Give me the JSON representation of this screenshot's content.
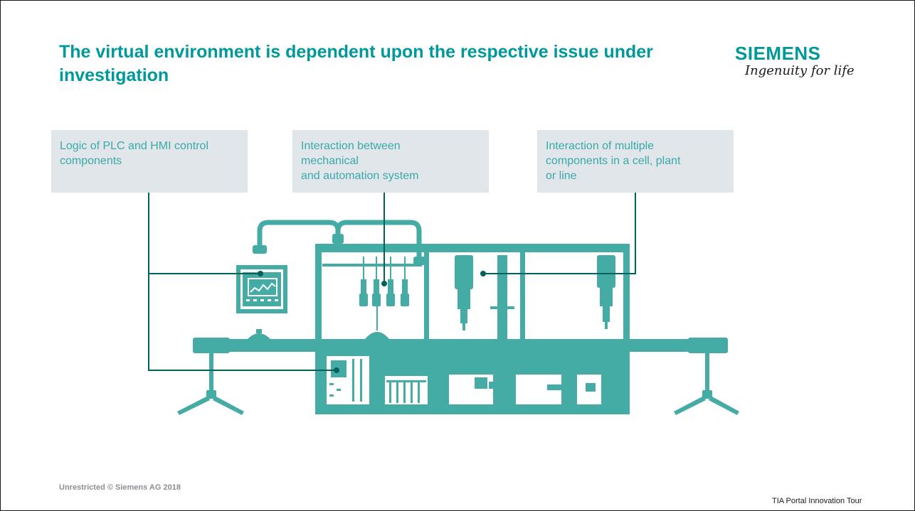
{
  "slide": {
    "title": "The virtual environment is dependent upon the respective issue under investigation",
    "logo": {
      "name": "SIEMENS",
      "tagline": "Ingenuity for life"
    },
    "callouts": [
      {
        "text": "Logic of PLC and HMI control\ncomponents"
      },
      {
        "text": "Interaction between\nmechanical\nand automation system"
      },
      {
        "text": "Interaction of multiple\ncomponents in a cell, plant\nor line"
      }
    ],
    "footer": {
      "classification": "Unrestricted © Siemens AG 2018",
      "event": "TIA Portal Innovation Tour"
    }
  },
  "colors": {
    "accent": "#009999",
    "machine": "#45aba5",
    "callout_bg": "#e1e6ea",
    "callout_text": "#3aa9a9",
    "leader": "#00605a"
  }
}
